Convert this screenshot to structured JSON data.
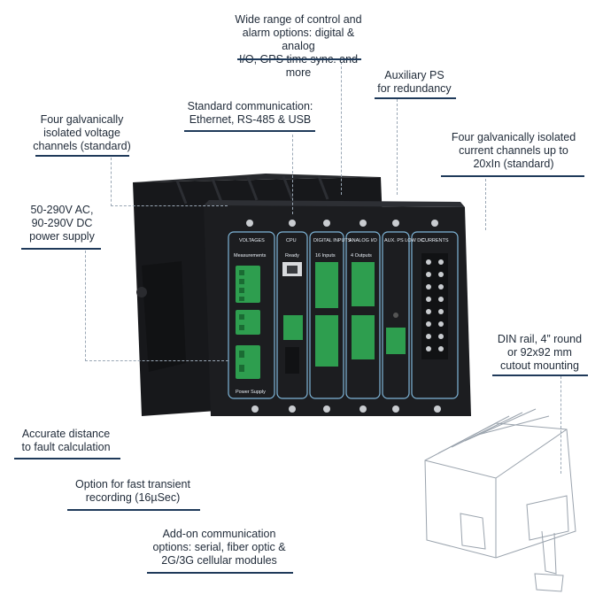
{
  "callouts": {
    "control_alarm": "Wide range of control and\nalarm options: digital & analog\nI/O, GPS time sync. and more",
    "aux_ps": "Auxiliary PS\nfor redundancy",
    "standard_comm": "Standard communication:\nEthernet, RS-485 & USB",
    "voltage_channels": "Four galvanically\nisolated voltage\nchannels (standard)",
    "current_channels": "Four galvanically isolated\ncurrent channels up to\n20xIn (standard)",
    "power_supply": "50-290V AC,\n90-290V DC\npower supply",
    "din_rail": "DIN rail, 4” round\nor 92x92 mm\ncutout mounting",
    "fault_calc": "Accurate distance\nto fault calculation",
    "transient": "Option for fast transient\nrecording (16µSec)",
    "addon_comm": "Add-on communication\noptions: serial, fiber optic &\n2G/3G cellular modules"
  },
  "device": {
    "modules": {
      "voltages": "VOLTAGES",
      "cpu": "CPU",
      "digital_inputs": "DIGITAL INPUTS",
      "analog_io": "ANALOG I/O",
      "aux_ps": "AUX. PS LOW DC",
      "currents": "CURRENTS"
    },
    "labels": {
      "measurements": "Measurements",
      "power_supply": "Power Supply",
      "ready": "Ready",
      "inputs_16": "16 Inputs",
      "outputs_4": "4 Outputs"
    }
  },
  "colors": {
    "rule": "#1f3a5a",
    "device_body": "#1c1d20",
    "panel_outline": "#7fb6d9",
    "terminal_green": "#2e9e4f"
  }
}
